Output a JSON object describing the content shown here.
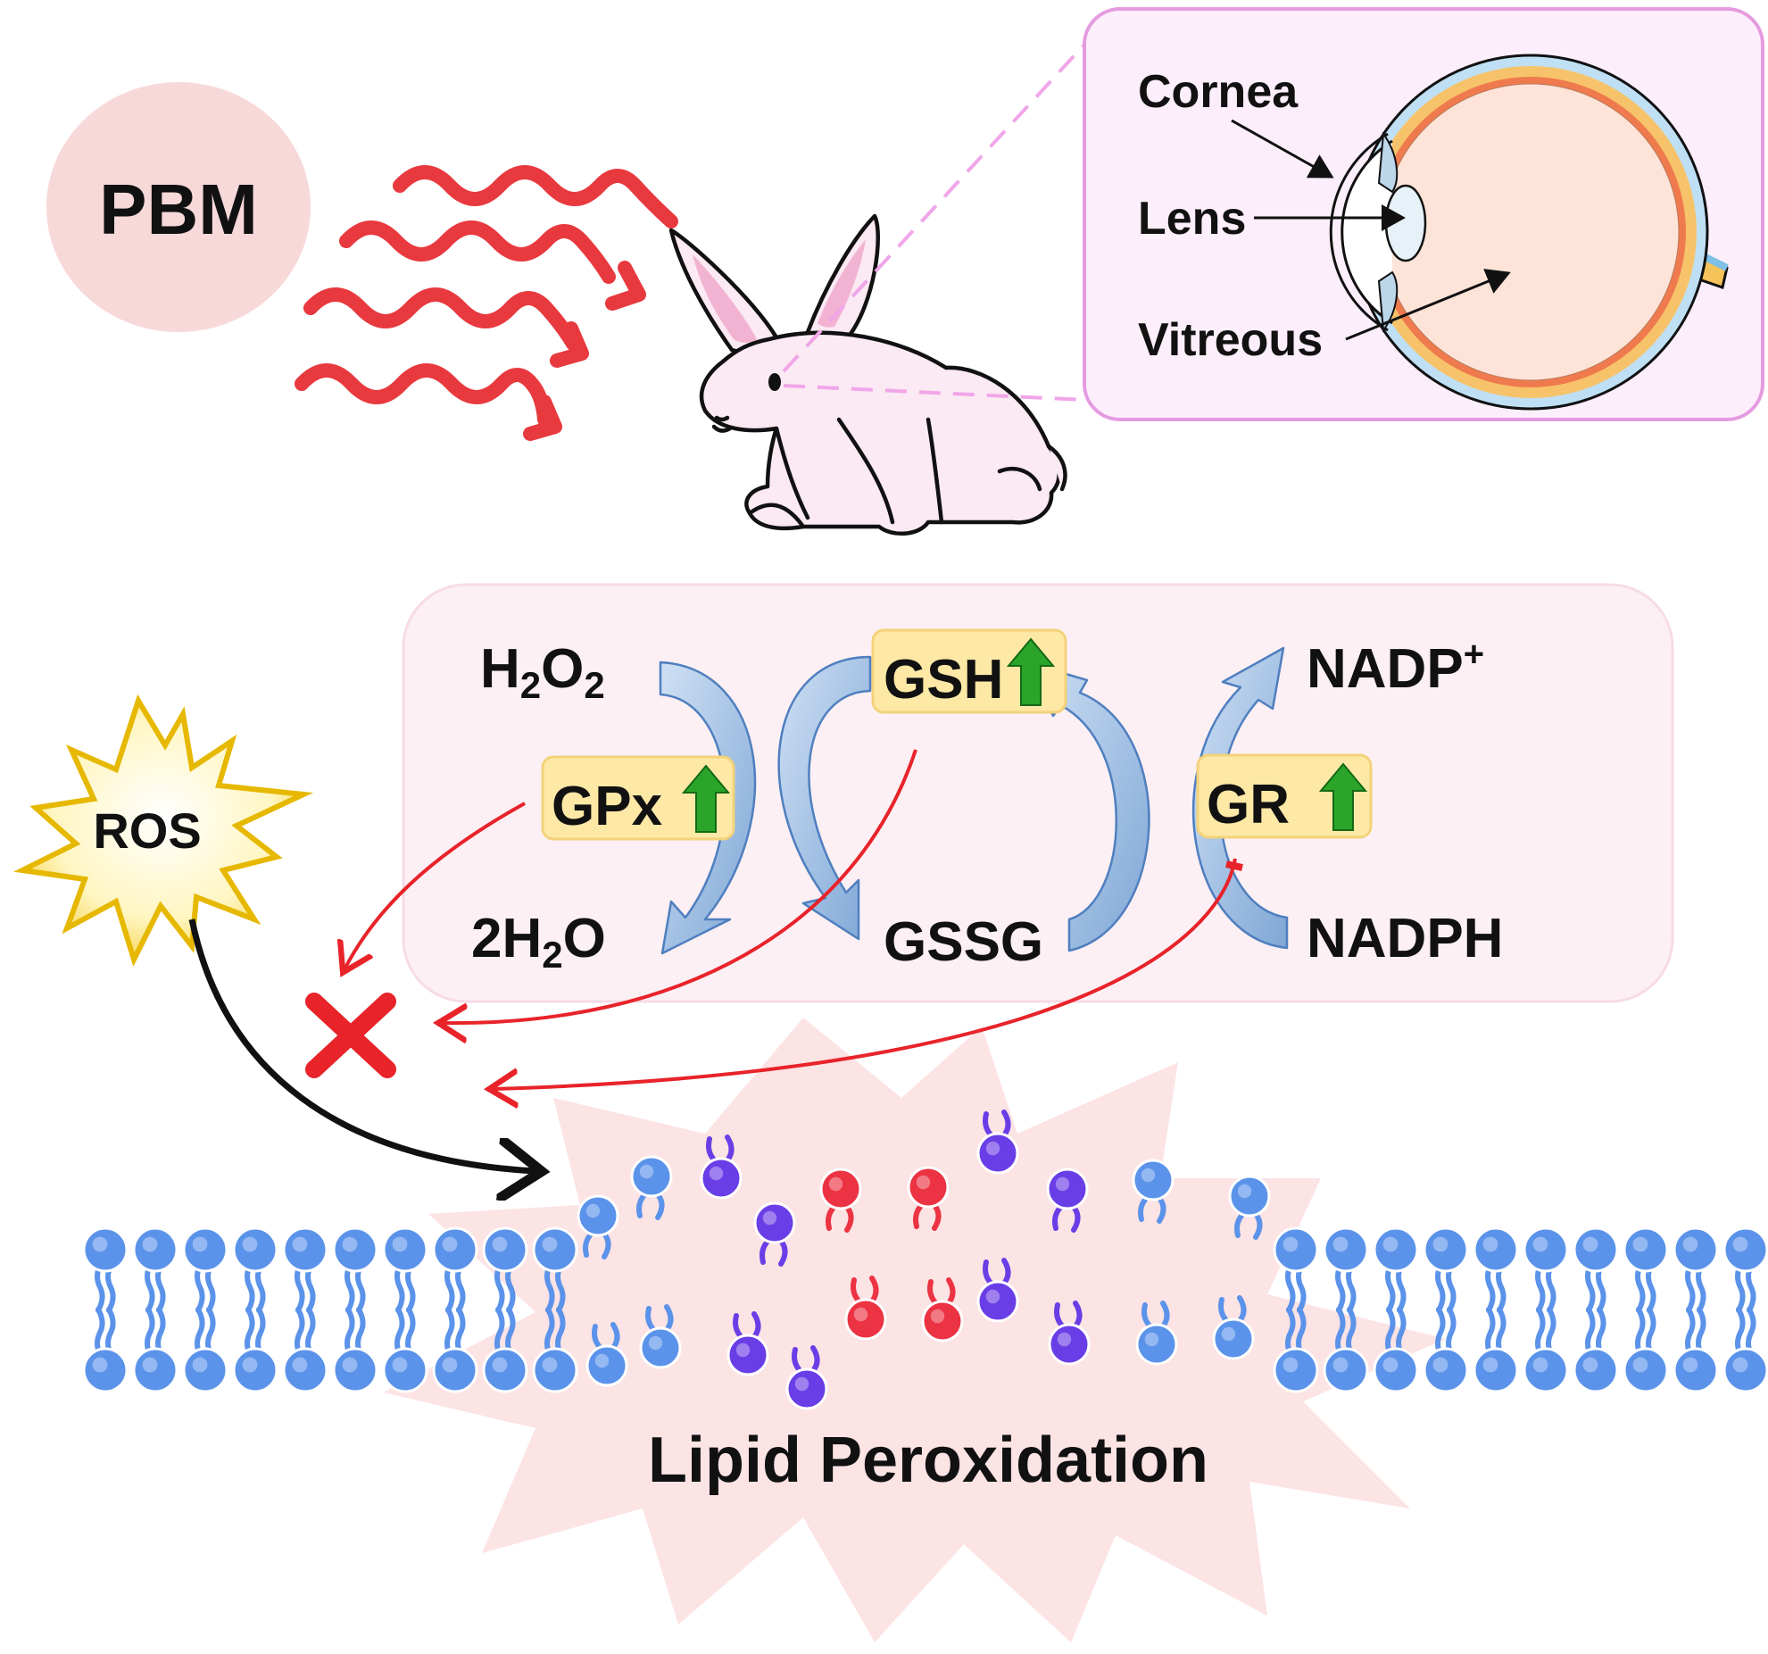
{
  "stimulus": {
    "label": "PBM"
  },
  "eye_inset": {
    "labels": {
      "cornea": "Cornea",
      "lens": "Lens",
      "vitreous": "Vitreous"
    }
  },
  "cycle": {
    "h2o2_base": "H",
    "h2o2_sub1": "2",
    "h2o2_mid": "O",
    "h2o2_sub2": "2",
    "water_pre": "2H",
    "water_sub": "2",
    "water_post": "O",
    "gsh": "GSH",
    "gssg": "GSSG",
    "nadp_base": "NADP",
    "nadp_sup": "+",
    "nadph": "NADPH",
    "gpx": "GPx",
    "gr": "GR"
  },
  "ros": {
    "label": "ROS"
  },
  "outcome": {
    "label": "Lipid Peroxidation"
  },
  "colors": {
    "stimulus_wave": "#e8393f",
    "stimulus_bubble": "#f8d9d9",
    "ros_fill": "#fff3b0",
    "ros_stroke": "#e6b800",
    "enzyme_box": "#fde8a6",
    "up_arrow": "#2aa52a",
    "cycle_arrow": "#8fb4de",
    "inhibition": "#e8232a",
    "membrane": "#5b93ea",
    "lipid_purple": "#6a3ee6",
    "lipid_red": "#ec3343"
  },
  "icons": {
    "enzyme_up": "green-up-arrow-icon",
    "block": "red-x-icon",
    "animal": "rabbit-icon",
    "eye": "eye-cross-section-icon"
  }
}
